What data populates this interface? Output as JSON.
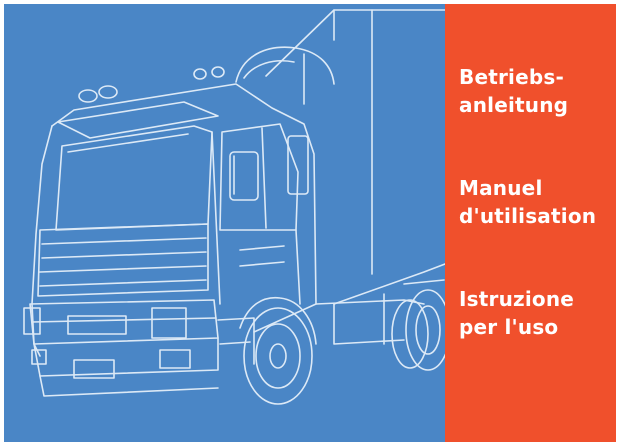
{
  "cover": {
    "background_color": "#4a86c6",
    "band_color": "#f0502c",
    "illustration": "truck-outline-illustration",
    "titles": [
      {
        "lang": "de",
        "line1": "Betriebs-",
        "line2": "anleitung"
      },
      {
        "lang": "fr",
        "line1": "Manuel",
        "line2": "d'utilisation"
      },
      {
        "lang": "it",
        "line1": "Istruzione",
        "line2": "per l'uso"
      }
    ]
  }
}
